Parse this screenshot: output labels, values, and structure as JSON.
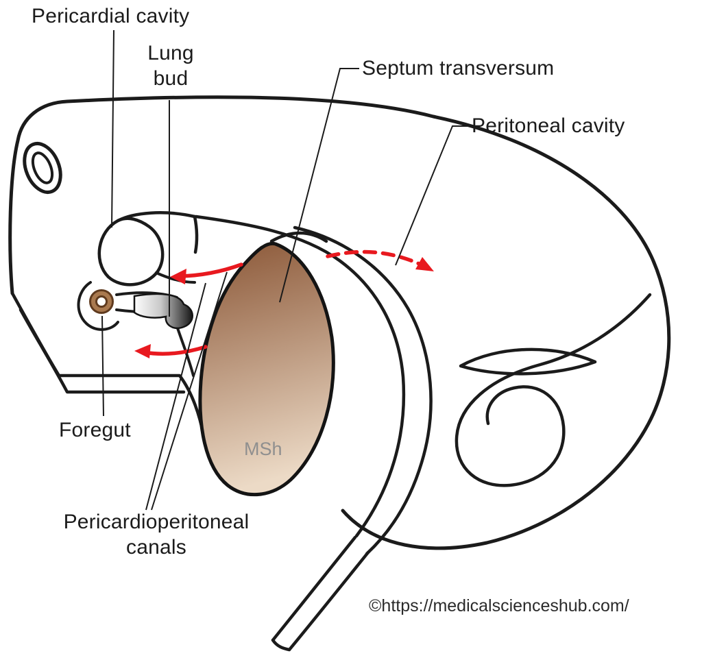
{
  "labels": {
    "pericardial_cavity": "Pericardial cavity",
    "lung_bud": [
      "Lung",
      "bud"
    ],
    "septum_transversum": "Septum transversum",
    "peritoneal_cavity": "Peritoneal cavity",
    "foregut": "Foregut",
    "pericardioperitoneal_canals": [
      "Pericardioperitoneal",
      "canals"
    ]
  },
  "watermark": "MSh",
  "credit": "©https://medicalscienceshub.com/",
  "colors": {
    "outline": "#1b1b1b",
    "arrow_red": "#e8191f",
    "septum_top": "#8a5636",
    "septum_bottom": "#ecdac6",
    "foregut_ring_outline": "#5f3a1e",
    "foregut_ring_fill": "#a9794f",
    "watermark_gray": "#8f8f8f"
  }
}
